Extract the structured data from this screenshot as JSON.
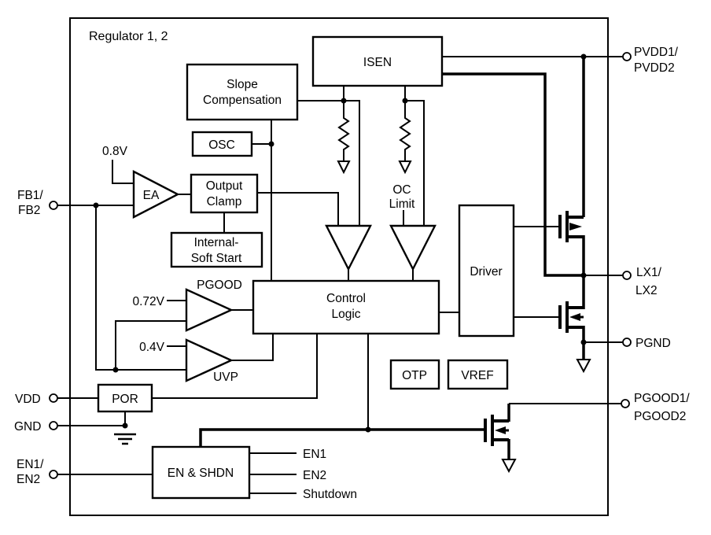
{
  "diagram": {
    "title": "Regulator 1, 2",
    "blocks": {
      "isen": "ISEN",
      "slope_comp": [
        "Slope",
        "Compensation"
      ],
      "osc": "OSC",
      "output_clamp": [
        "Output",
        "Clamp"
      ],
      "soft_start": [
        "Internal-",
        "Soft Start"
      ],
      "control_logic": [
        "Control",
        "Logic"
      ],
      "driver": "Driver",
      "por": "POR",
      "otp": "OTP",
      "vref": "VREF",
      "en_shdn": "EN & SHDN"
    },
    "amplifiers": {
      "ea": "EA",
      "pgood_comparator": "PGOOD",
      "uvp_comparator": "UVP"
    },
    "references": {
      "vref_08": "0.8V",
      "vref_072": "0.72V",
      "vref_04": "0.4V",
      "oc_limit": [
        "OC",
        "Limit"
      ]
    },
    "pins": {
      "fb": [
        "FB1/",
        "FB2"
      ],
      "vdd": "VDD",
      "gnd": "GND",
      "en": [
        "EN1/",
        "EN2"
      ],
      "pvdd": [
        "PVDD1/",
        "PVDD2"
      ],
      "lx": [
        "LX1/",
        "LX2"
      ],
      "pgnd": "PGND",
      "pgood": [
        "PGOOD1/",
        "PGOOD2"
      ]
    },
    "signals": {
      "en1": "EN1",
      "en2": "EN2",
      "shutdown": "Shutdown"
    }
  }
}
